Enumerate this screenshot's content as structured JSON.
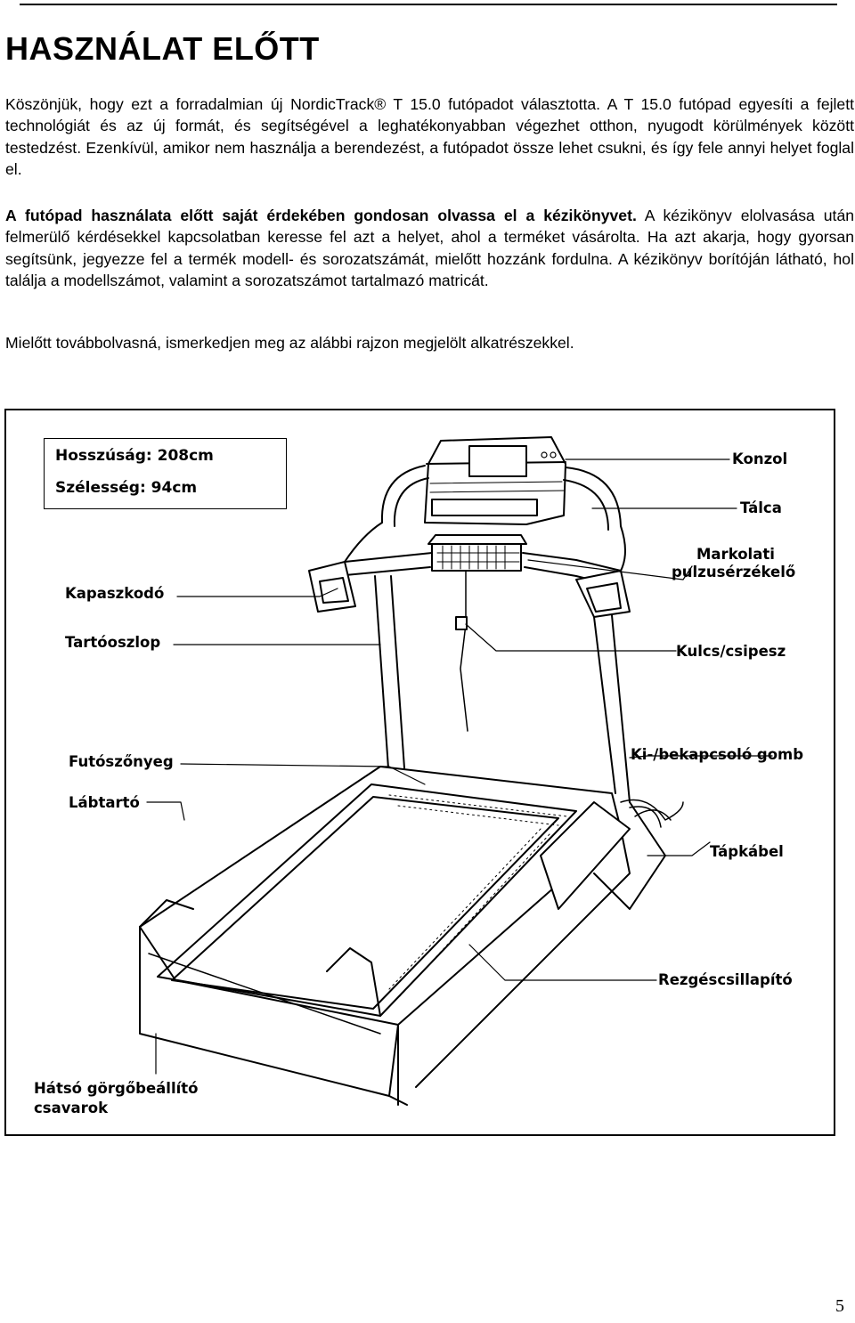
{
  "page": {
    "title": "HASZNÁLAT ELŐTT",
    "paragraph1": "Köszönjük, hogy ezt a forradalmian új NordicTrack® T 15.0 futópadot választotta.  A T 15.0 futópad egyesíti a fejlett technológiát és az új formát, és segítségével a leghatékonyabban végezhet otthon, nyugodt körülmények között testedzést. Ezenkívül, amikor nem használja a berendezést, a futópadot össze lehet csukni, és így fele annyi helyet foglal el.",
    "paragraph2_bold": "A futópad használata előtt saját érdekében gondosan olvassa el a kézikönyvet.",
    "paragraph2_rest": " A kézikönyv elolvasása után felmerülő kérdésekkel kapcsolatban keresse fel azt a helyet, ahol a terméket vásárolta. Ha azt akarja, hogy gyorsan segítsünk, jegyezze fel a termék modell- és sorozatszámát, mielőtt hozzánk fordulna. A kézikönyv borítóján látható, hol találja a modellszámot, valamint a sorozatszámot tartalmazó matricát.",
    "paragraph3": "Mielőtt továbbolvasná, ismerkedjen meg az alábbi rajzon megjelölt alkatrészekkel.",
    "page_number": "5"
  },
  "figure": {
    "dimensions": {
      "length": "Hosszúság: 208cm",
      "width": "Szélesség: 94cm"
    },
    "labels": {
      "konzol": "Konzol",
      "talca": "Tálca",
      "markolati_line1": "Markolati",
      "markolati_line2": "pulzusérzékelő",
      "kapaszkodo": "Kapaszkodó",
      "tartooszlop": "Tartóoszlop",
      "kulcs": "Kulcs/csipesz",
      "futoszonyeg": "Futószőnyeg",
      "labtarto": "Lábtartó",
      "kibe": "Ki-/bekapcsoló gomb",
      "tapkabel": "Tápkábel",
      "rezgescsillapito": "Rezgéscsillapító",
      "hatso_line1": "Hátsó görgőbeállító",
      "hatso_line2": "csavarok"
    }
  }
}
